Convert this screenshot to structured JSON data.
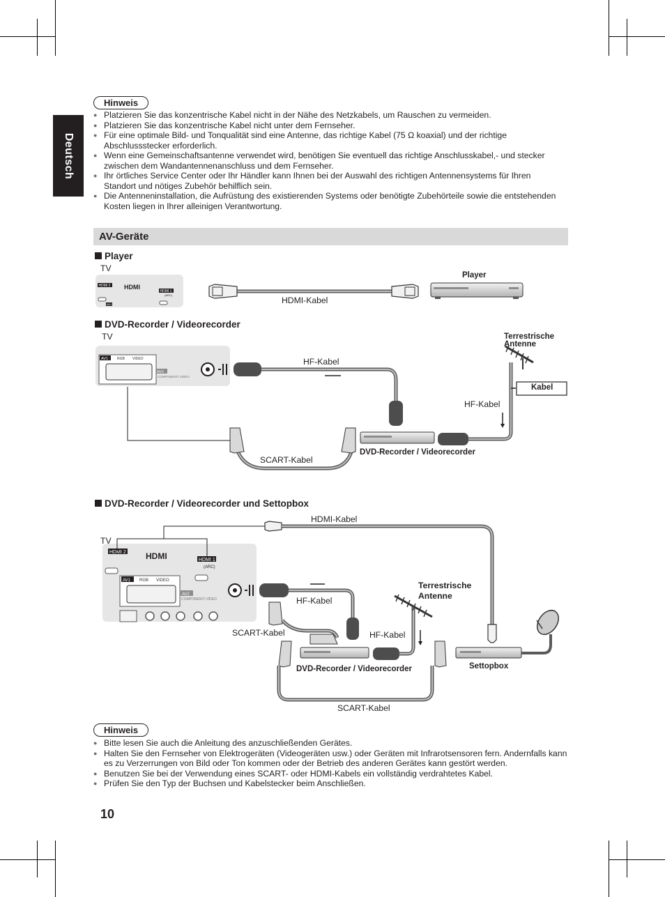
{
  "side_tab": "Deutsch",
  "hinweis_top": {
    "title": "Hinweis",
    "items": [
      "Platzieren Sie das konzentrische Kabel nicht in der Nähe des Netzkabels, um Rauschen zu vermeiden.",
      "Platzieren Sie das konzentrische Kabel nicht unter dem Fernseher.",
      "Für eine optimale Bild- und Tonqualität sind eine Antenne, das richtige Kabel (75 Ω koaxial) und der richtige Abschlussstecker erforderlich.",
      "Wenn eine Gemeinschaftsantenne verwendet wird, benötigen Sie eventuell das richtige Anschlusskabel,- und stecker zwischen dem Wandantennenanschluss und dem Fernseher.",
      "Ihr örtliches Service Center oder Ihr Händler kann Ihnen bei der Auswahl des richtigen Antennensystems für Ihren Standort und nötiges Zubehör behilflich sein.",
      "Die Antenneninstallation, die Aufrüstung des existierenden Systems oder benötigte Zubehörteile sowie die entstehenden Kosten liegen in Ihrer alleinigen Verantwortung."
    ]
  },
  "section_title": "AV-Geräte",
  "diagram1": {
    "heading": "Player",
    "tv": "TV",
    "device": "Player",
    "cable": "HDMI-Kabel",
    "port_hdmi2": "HDMI 2",
    "port_hdmi1": "HDMI 1",
    "port_arc": "(ARC)",
    "logo": "HDMI",
    "port_av1": "AV1"
  },
  "diagram2": {
    "heading": "DVD-Recorder / Videorecorder",
    "tv": "TV",
    "antenna": "Terrestrische Antenne",
    "kabel_box": "Kabel",
    "hf_top": "HF-Kabel",
    "hf_right": "HF-Kabel",
    "scart": "SCART-Kabel",
    "device": "DVD-Recorder / Videorecorder",
    "port_av1": "AV1",
    "port_rgb": "RGB",
    "port_video": "VIDEO",
    "port_av2": "AV2",
    "port_component": "COMPONENT/ VIDEO"
  },
  "diagram3": {
    "heading": "DVD-Recorder / Videorecorder und Settopbox",
    "tv": "TV",
    "hdmi_cable": "HDMI-Kabel",
    "antenna": "Terrestrische Antenne",
    "hf_left": "HF-Kabel",
    "hf_mid": "HF-Kabel",
    "scart_left": "SCART-Kabel",
    "scart_bottom": "SCART-Kabel",
    "device": "DVD-Recorder / Videorecorder",
    "settopbox": "Settopbox",
    "port_hdmi2": "HDMI 2",
    "port_hdmi1": "HDMI 1",
    "port_arc": "(ARC)",
    "logo": "HDMI",
    "port_av1": "AV1",
    "port_rgb": "RGB",
    "port_video": "VIDEO",
    "port_av2": "AV2",
    "port_component": "COMPONENT/ VIDEO"
  },
  "hinweis_bottom": {
    "title": "Hinweis",
    "items": [
      "Bitte lesen Sie auch die Anleitung des anzuschließenden Gerätes.",
      "Halten Sie den Fernseher von Elektrogeräten (Videogeräten usw.) oder Geräten mit Infrarotsensoren fern. Andernfalls kann es zu Verzerrungen von Bild oder Ton kommen oder der Betrieb des anderen Gerätes kann gestört werden.",
      "Benutzen Sie bei der Verwendung eines SCART- oder HDMI-Kabels ein vollständig verdrahtetes Kabel.",
      "Prüfen Sie den Typ der Buchsen und Kabelstecker beim Anschließen."
    ]
  },
  "page_number": "10"
}
